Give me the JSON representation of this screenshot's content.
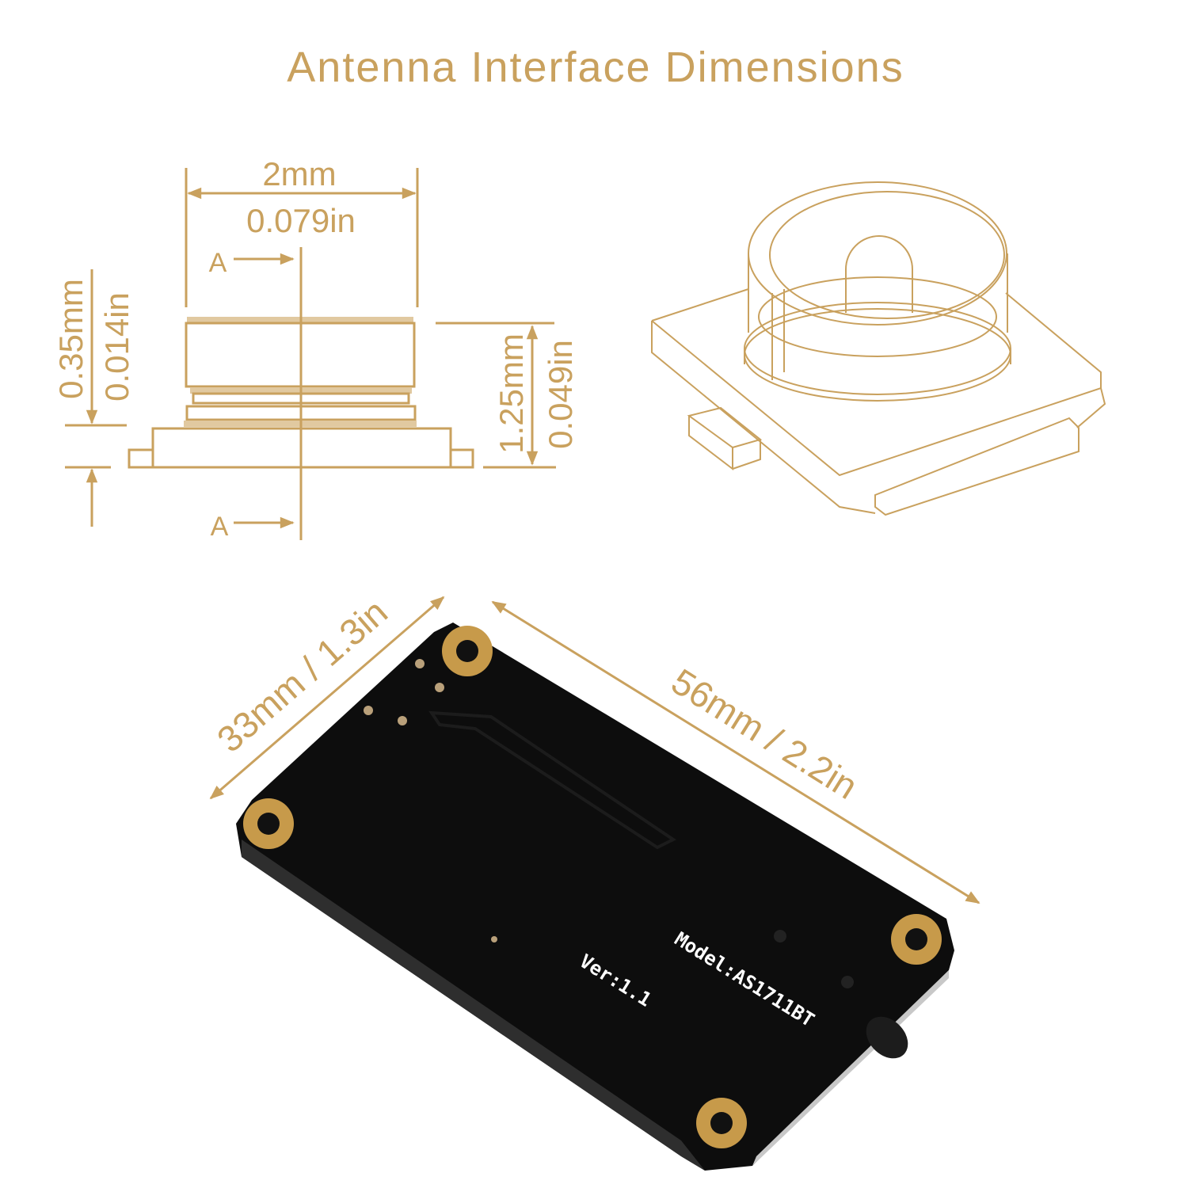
{
  "title": "Antenna Interface Dimensions",
  "side_view": {
    "width_mm": "2mm",
    "width_in": "0.079in",
    "section_label_top": "A",
    "section_label_bottom": "A",
    "base_height_mm": "0.35mm",
    "base_height_in": "0.014in",
    "total_height_mm": "1.25mm",
    "total_height_in": "0.049in"
  },
  "board": {
    "width_label": "33mm / 1.3in",
    "length_label": "56mm / 2.2in",
    "model_text": "Model:AS1711BT",
    "version_text": "Ver:1.1"
  },
  "colors": {
    "accent": "#C9A15E",
    "board": "#0d0d0d"
  }
}
